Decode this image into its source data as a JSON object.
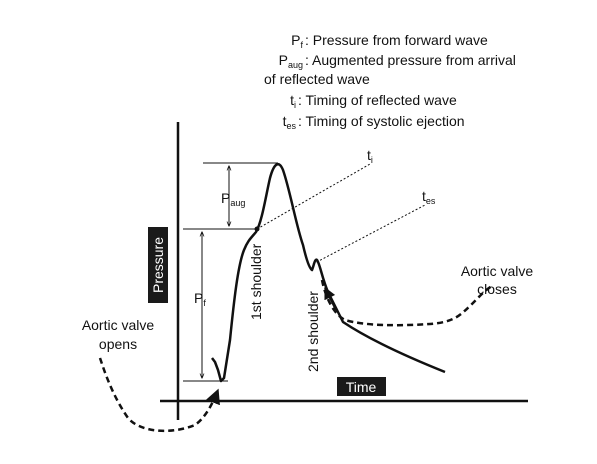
{
  "legend": {
    "items": [
      {
        "sym": "P",
        "sub": "f",
        "text": ": Pressure from forward wave"
      },
      {
        "sym": "P",
        "sub": "aug",
        "text": ": Augmented pressure from arrival"
      },
      {
        "sym": "",
        "sub": "",
        "text": "of reflected wave"
      },
      {
        "sym": "t",
        "sub": "i",
        "text": ": Timing of reflected wave"
      },
      {
        "sym": "t",
        "sub": "es",
        "text": ": Timing of systolic ejection"
      }
    ]
  },
  "axes": {
    "y_label": "Pressure",
    "x_label": "Time"
  },
  "markers": {
    "paug": {
      "sym": "P",
      "sub": "aug"
    },
    "pf": {
      "sym": "P",
      "sub": "f"
    },
    "ti": {
      "sym": "t",
      "sub": "i"
    },
    "tes": {
      "sym": "t",
      "sub": "es"
    }
  },
  "annotations": {
    "first_shoulder": "1st shoulder",
    "second_shoulder": "2nd shoulder",
    "aortic_opens_line1": "Aortic valve",
    "aortic_opens_line2": "opens",
    "aortic_closes_line1": "Aortic valve",
    "aortic_closes_line2": "closes"
  },
  "colors": {
    "ink": "#111111",
    "box_fill": "#1a1a1a",
    "box_text": "#ffffff"
  }
}
